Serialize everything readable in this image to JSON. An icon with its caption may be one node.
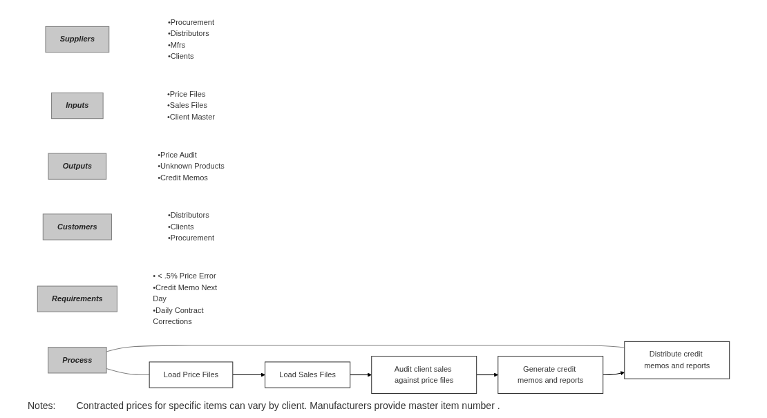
{
  "diagram": {
    "nodes": [
      {
        "text": [
          "Suppliers"
        ],
        "beside": [
          "•Procurement",
          "•Distributors",
          "•Mfrs",
          "•Clients"
        ]
      },
      {
        "text": [
          "Inputs"
        ],
        "beside": [
          "•Price Files",
          "•Sales Files",
          "•Client Master"
        ]
      },
      {
        "text": [
          "Process"
        ]
      },
      {
        "text": [
          "Outputs"
        ],
        "beside": [
          "•Price Audit",
          "•Unknown Products",
          "•Credit Memos"
        ]
      },
      {
        "text": [
          "Customers"
        ],
        "beside": [
          "•Distributors",
          "•Clients",
          "•Procurement"
        ]
      },
      {
        "text": [
          "Requirements"
        ],
        "beside": [
          "• < .5% Price Error",
          "•Credit Memo Next Day",
          "•Daily Contract Corrections"
        ]
      },
      {
        "text": [
          "Load Price Files"
        ]
      },
      {
        "text": [
          "Load Sales Files"
        ]
      },
      {
        "text": [
          "Audit client sales against price files"
        ]
      },
      {
        "text": [
          "Generate credit memos and reports"
        ]
      },
      {
        "text": [
          "Distribute credit memos and reports"
        ]
      }
    ],
    "edges": [
      {
        "from": 2,
        "to": 6,
        "arrow": "none",
        "color": "#808080"
      },
      {
        "from": 2,
        "to": 10,
        "arrow": "none",
        "color": "#808080"
      },
      {
        "from": 6,
        "to": 7,
        "arrow": "to"
      },
      {
        "from": 7,
        "to": 8,
        "arrow": "to"
      },
      {
        "from": 8,
        "to": 9,
        "arrow": "to"
      },
      {
        "from": 9,
        "to": 10,
        "arrow": "to"
      }
    ],
    "labels": [
      "Notes:",
      "Contracted prices for specific items can vary by client. Manufacturers provide master item number ."
    ]
  }
}
